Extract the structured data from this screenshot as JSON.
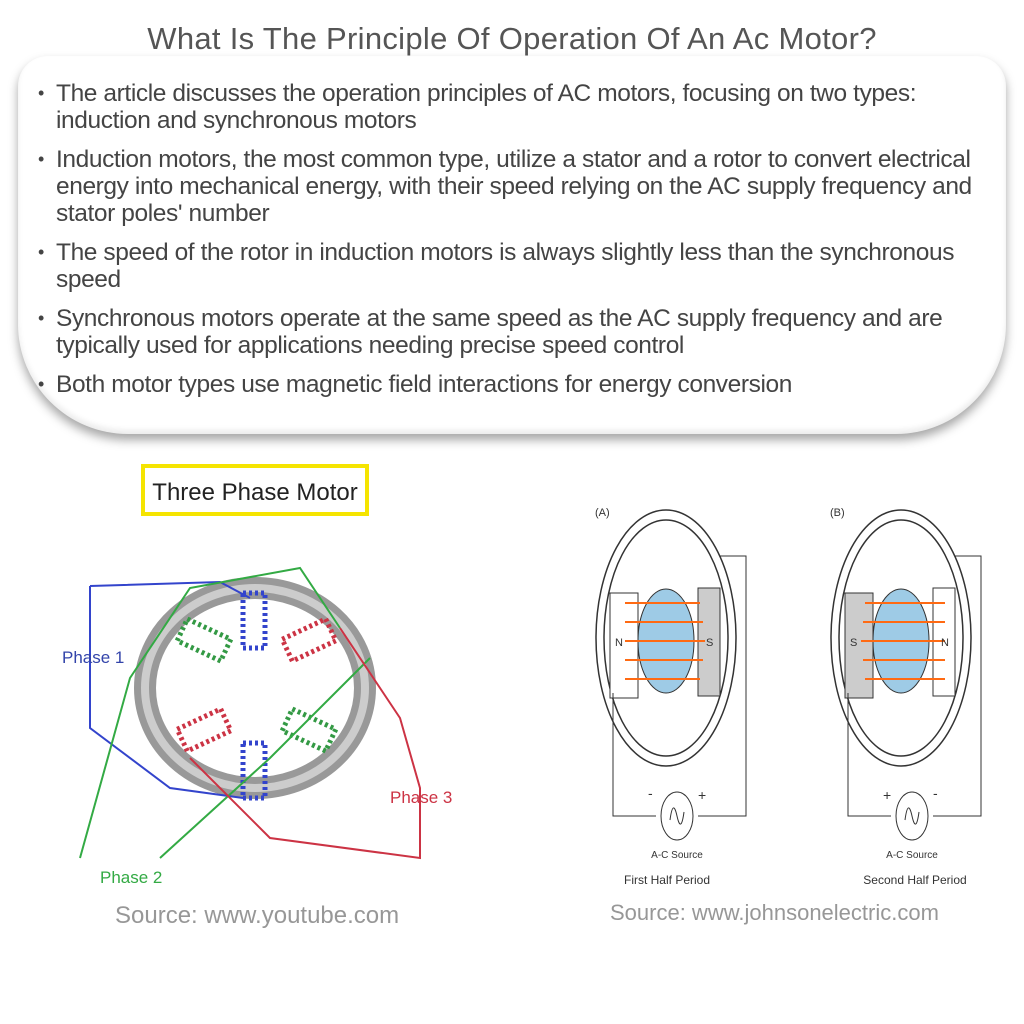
{
  "title": "What Is The Principle Of Operation Of An Ac Motor?",
  "bullets": [
    "The article discusses the operation principles of AC motors, focusing on two types: induction and synchronous motors",
    "Induction motors, the most common type, utilize a stator and a rotor to convert electrical energy into mechanical energy, with their speed relying on the AC supply frequency and stator poles' number",
    "The speed of the rotor in induction motors is always slightly less than the synchronous speed",
    "Synchronous motors operate at the same speed as the AC supply frequency and are typically used for applications needing precise speed control",
    "Both motor types use magnetic field interactions for energy conversion"
  ],
  "left_image": {
    "heading": "Three Phase Motor",
    "phase1": "Phase 1",
    "phase2": "Phase 2",
    "phase3": "Phase 3",
    "source": "Source: www.youtube.com"
  },
  "right_image": {
    "label_a": "(A)",
    "label_b": "(B)",
    "n": "N",
    "s": "S",
    "plus": "+",
    "minus": "-",
    "ac_source": "A-C Source",
    "first_half": "First Half Period",
    "second_half": "Second Half Period",
    "source": "Source: www.johnsonelectric.com"
  }
}
